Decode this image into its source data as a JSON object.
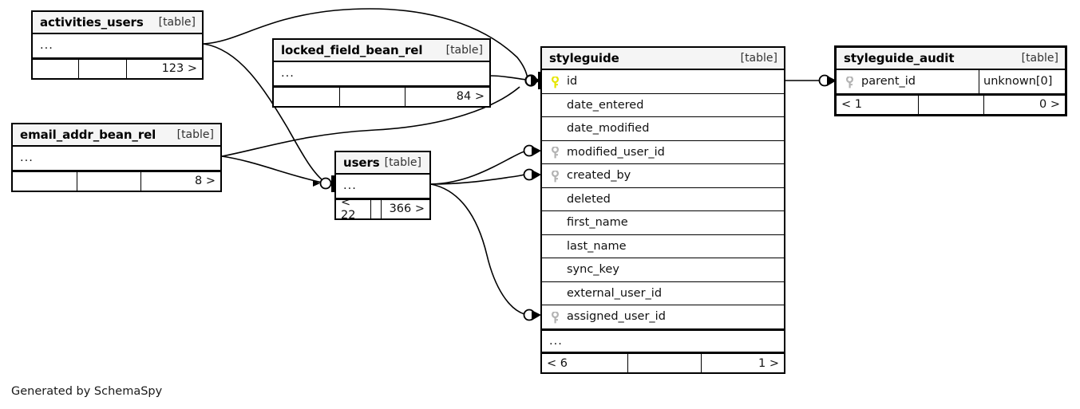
{
  "meta": {
    "credit": "Generated by SchemaSpy",
    "table_tag": "[table]",
    "ellipsis": "..."
  },
  "colors": {
    "primary_key": "#e6e600",
    "foreign_key": "#b3b3b3",
    "border": "#000000",
    "header_bg": "#f5f5f5",
    "background": "#ffffff"
  },
  "tables": [
    {
      "id": "activities_users",
      "name": "activities_users",
      "tag": "[table]",
      "rows": [
        {
          "label": "...",
          "key": "none",
          "ellipsis": true
        }
      ],
      "footer": {
        "left": "",
        "middle": "",
        "right": "123 >"
      }
    },
    {
      "id": "locked_field_bean_rel",
      "name": "locked_field_bean_rel",
      "tag": "[table]",
      "rows": [
        {
          "label": "...",
          "key": "none",
          "ellipsis": true
        }
      ],
      "footer": {
        "left": "",
        "middle": "",
        "right": "84 >"
      }
    },
    {
      "id": "email_addr_bean_rel",
      "name": "email_addr_bean_rel",
      "tag": "[table]",
      "rows": [
        {
          "label": "...",
          "key": "none",
          "ellipsis": true
        }
      ],
      "footer": {
        "left": "",
        "middle": "",
        "right": "8 >"
      }
    },
    {
      "id": "users",
      "name": "users",
      "tag": "[table]",
      "rows": [
        {
          "label": "...",
          "key": "none",
          "ellipsis": true
        }
      ],
      "footer": {
        "left": "< 22",
        "middle": "",
        "right": "366 >"
      }
    },
    {
      "id": "styleguide",
      "name": "styleguide",
      "tag": "[table]",
      "rows": [
        {
          "label": "id",
          "key": "primary",
          "ellipsis": false
        },
        {
          "label": "date_entered",
          "key": "none",
          "ellipsis": false
        },
        {
          "label": "date_modified",
          "key": "none",
          "ellipsis": false
        },
        {
          "label": "modified_user_id",
          "key": "foreign",
          "ellipsis": false
        },
        {
          "label": "created_by",
          "key": "foreign",
          "ellipsis": false
        },
        {
          "label": "deleted",
          "key": "none",
          "ellipsis": false
        },
        {
          "label": "first_name",
          "key": "none",
          "ellipsis": false
        },
        {
          "label": "last_name",
          "key": "none",
          "ellipsis": false
        },
        {
          "label": "sync_key",
          "key": "none",
          "ellipsis": false
        },
        {
          "label": "external_user_id",
          "key": "none",
          "ellipsis": false
        },
        {
          "label": "assigned_user_id",
          "key": "foreign",
          "ellipsis": false
        },
        {
          "label": "...",
          "key": "none",
          "ellipsis": true
        }
      ],
      "footer": {
        "left": "< 6",
        "middle": "",
        "right": "1 >"
      }
    },
    {
      "id": "styleguide_audit",
      "name": "styleguide_audit",
      "tag": "[table]",
      "emphasis": true,
      "rows": [
        {
          "label": "parent_id",
          "key": "foreign",
          "type": "unknown[0]",
          "ellipsis": false
        }
      ],
      "footer": {
        "left": "< 1",
        "middle": "",
        "right": "0 >"
      }
    }
  ],
  "relationships": [
    {
      "from": "activities_users",
      "to": "styleguide.id",
      "cardinality": "many-to-one"
    },
    {
      "from": "activities_users",
      "to": "users",
      "cardinality": "many-to-one"
    },
    {
      "from": "locked_field_bean_rel",
      "to": "styleguide.id",
      "cardinality": "many-to-one"
    },
    {
      "from": "email_addr_bean_rel",
      "to": "styleguide.id",
      "cardinality": "many-to-one"
    },
    {
      "from": "email_addr_bean_rel",
      "to": "users",
      "cardinality": "many-to-one"
    },
    {
      "from": "users",
      "to": "styleguide.modified_user_id",
      "cardinality": "one-to-many"
    },
    {
      "from": "users",
      "to": "styleguide.created_by",
      "cardinality": "one-to-many"
    },
    {
      "from": "users",
      "to": "styleguide.assigned_user_id",
      "cardinality": "one-to-many"
    },
    {
      "from": "styleguide.id",
      "to": "styleguide_audit.parent_id",
      "cardinality": "one-to-many"
    }
  ]
}
